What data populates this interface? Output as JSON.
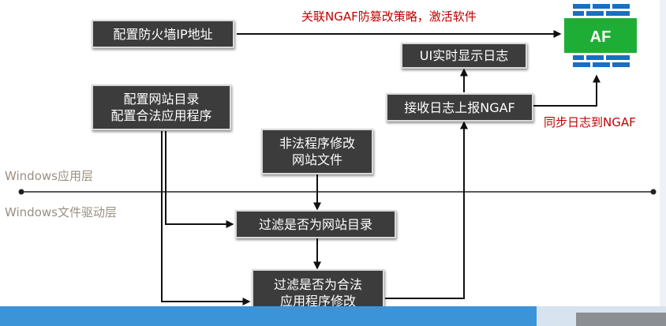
{
  "boxes": {
    "cfg_fw_ip": "配置防火墙IP地址",
    "cfg_site_line1": "配置网站目录",
    "cfg_site_line2": "配置合法应用程序",
    "illegal_line1": "非法程序修改",
    "illegal_line2": "网站文件",
    "filter_site": "过滤是否为网站目录",
    "filter_app_line1": "过滤是否为合法",
    "filter_app_line2": "应用程序修改",
    "recv_log": "接收日志上报NGAF",
    "ui_log": "UI实时显示日志"
  },
  "labels": {
    "link_ngaf": "关联NGAF防篡改策略，激活软件",
    "sync_log": "同步日志到NGAF",
    "win_app_layer": "Windows应用层",
    "win_fs_layer": "Windows文件驱动层"
  },
  "af_logo": {
    "text": "AF",
    "green": "#1fae35",
    "blue": "#1a6fc0"
  },
  "colors": {
    "box_fill": "#3c3c3c",
    "arrow": "#111111",
    "red_text": "#c00000",
    "bottom_bar": "#3c94d8"
  }
}
